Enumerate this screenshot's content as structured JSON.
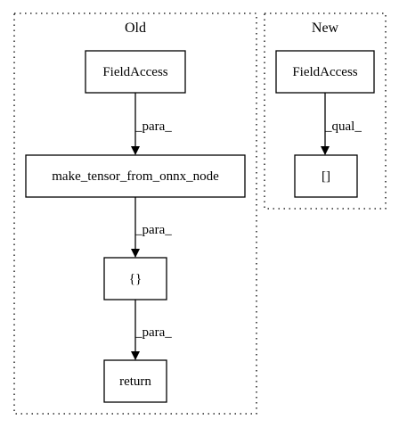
{
  "clusters": {
    "old": {
      "label": "Old"
    },
    "new": {
      "label": "New"
    }
  },
  "nodes": {
    "old_field_access": "FieldAccess",
    "make_tensor": "make_tensor_from_onnx_node",
    "braces": "{}",
    "return_node": "return",
    "new_field_access": "FieldAccess",
    "brackets": "[]"
  },
  "edges": {
    "old_fa_to_make": "_para_",
    "make_to_braces": "_para_",
    "braces_to_return": "_para_",
    "new_fa_to_brackets": "_qual_"
  }
}
